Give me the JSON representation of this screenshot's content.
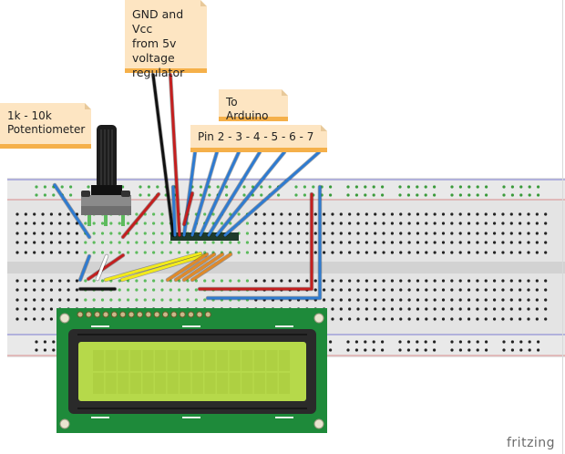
{
  "notes": {
    "gnd_vcc": [
      "GND and Vcc",
      "from 5v",
      "voltage",
      "regulator"
    ],
    "potentiometer": [
      "1k - 10k",
      "Potentiometer"
    ],
    "to_arduino": "To Arduino",
    "pins": "Pin 2 - 3 - 4 - 5 - 6 - 7"
  },
  "components": {
    "breadboard": "breadboard",
    "potentiometer": "rotary potentiometer",
    "lcd": "16x2 LCD display",
    "lcd_columns": 16,
    "lcd_rows": 2,
    "lcd_pins": 16
  },
  "colors": {
    "wire_blue": "#2e7bd1",
    "wire_red": "#c41f1f",
    "wire_black": "#111111",
    "wire_yellow": "#f2ea1b",
    "wire_orange": "#e08a2a",
    "lcd_pcb": "#1e8a3a",
    "lcd_screen": "#b6d94a",
    "lcd_bezel": "#2a2a2a",
    "breadboard": "#e6e6e6",
    "note_bg": "#fde5c2",
    "note_bar": "#f5b04a"
  },
  "branding": {
    "logo": "fritzing"
  }
}
